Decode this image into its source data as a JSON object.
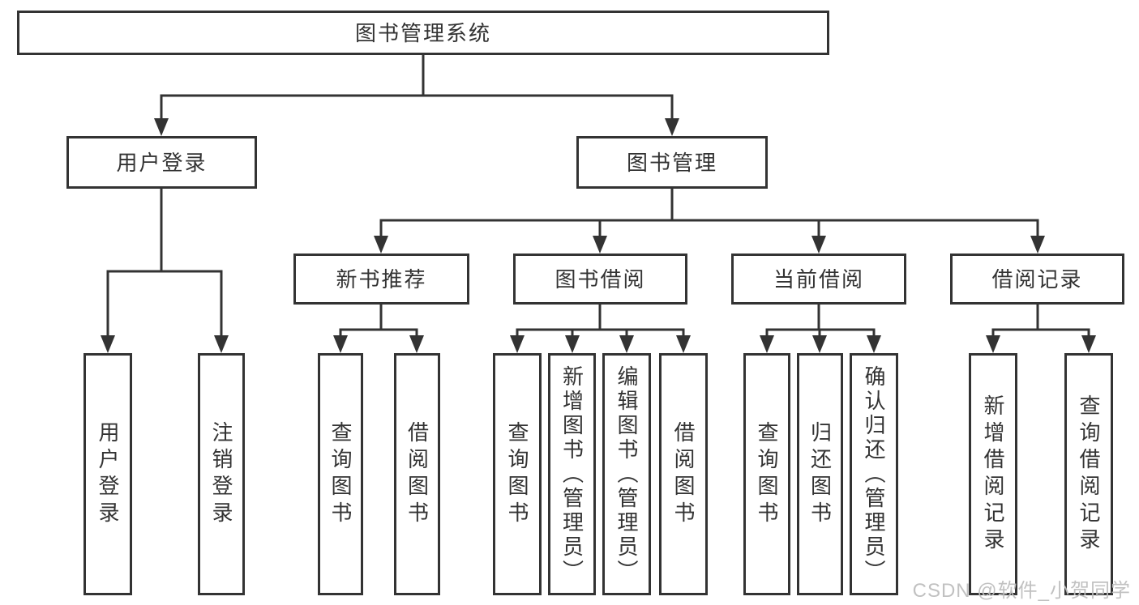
{
  "diagram": {
    "title": "图书管理系统",
    "root": {
      "label": "图书管理系统"
    },
    "branches": [
      {
        "label": "用户登录",
        "children": [
          {
            "label": "用户登录"
          },
          {
            "label": "注销登录"
          }
        ]
      },
      {
        "label": "图书管理",
        "children": [
          {
            "label": "新书推荐",
            "children": [
              {
                "label": "查询图书"
              },
              {
                "label": "借阅图书"
              }
            ]
          },
          {
            "label": "图书借阅",
            "children": [
              {
                "label": "查询图书"
              },
              {
                "label": "新增图书（管理员）"
              },
              {
                "label": "编辑图书（管理员）"
              },
              {
                "label": "借阅图书"
              }
            ]
          },
          {
            "label": "当前借阅",
            "children": [
              {
                "label": "查询图书"
              },
              {
                "label": "归还图书"
              },
              {
                "label": "确认归还（管理员）"
              }
            ]
          },
          {
            "label": "借阅记录",
            "children": [
              {
                "label": "新增借阅记录"
              },
              {
                "label": "查询借阅记录"
              }
            ]
          }
        ]
      }
    ]
  },
  "watermark": {
    "text": "CSDN @软件_小贺同学"
  },
  "colors": {
    "line": "#333333",
    "text": "#333333",
    "box_background": "#ffffff",
    "watermark": "#bebebe"
  }
}
